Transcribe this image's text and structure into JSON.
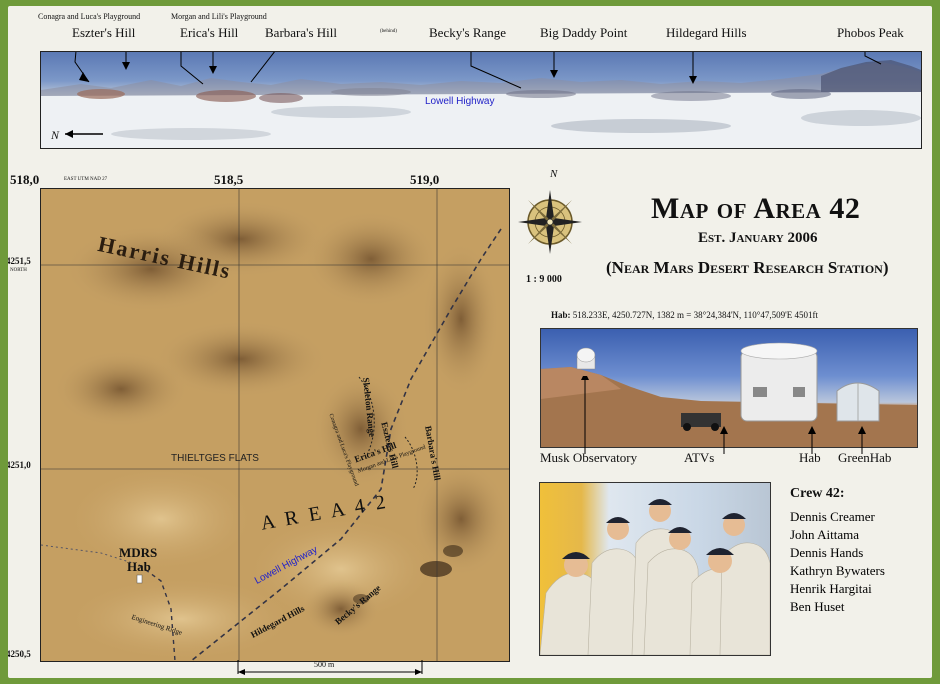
{
  "panorama": {
    "labels": {
      "conagra": "Conagra and Luca's Playground",
      "morgan": "Morgan and Lili's Playground",
      "eszter": "Eszter's Hill",
      "erica": "Erica's Hill",
      "barbara": "Barbara's Hill",
      "barbara_note": "(behind)",
      "becky": "Becky's Range",
      "bigdaddy": "Big Daddy Point",
      "hildegard": "Hildegard Hills",
      "phobos": "Phobos Peak",
      "lowell": "Lowell Highway",
      "north": "N"
    }
  },
  "map": {
    "grid": {
      "x_18_0": "518,0",
      "utm_note": "EAST UTM NAD 27",
      "x_18_5": "518,5",
      "x_19_0": "519,0",
      "y_51_5": "4251,5",
      "y_north": "NORTH",
      "y_51_0": "4251,0",
      "y_50_5": "4250,5"
    },
    "labels": {
      "harris": "Harris Hills",
      "thieltges": "THIELTGES FLATS",
      "area42": "A R E A   4 2",
      "lowell": "Lowell Highway",
      "mdrs": "MDRS",
      "hab": "Hab",
      "engineering": "Engineering Ridge",
      "hildegard": "Hildegard Hills",
      "becky": "Becky's Range",
      "skeleton": "Skeleton Range",
      "conagra": "Conagra and Luca's Playground",
      "eszter": "Eszter's Hill",
      "erica": "Erica's Hill",
      "morgan": "Morgan and Lili's Playground",
      "barbara": "Barbara's Hill"
    },
    "scale_bar": "500 m"
  },
  "compass": {
    "north": "N",
    "scale": "1 : 9 000"
  },
  "title": {
    "main": "Map of Area 42",
    "est": "Est. January 2006",
    "near": "(Near Mars Desert Research Station)"
  },
  "hab_coords": {
    "label": "Hab:",
    "value": "518.233E, 4250.727N, 1382 m = 38°24,384'N, 110°47,509'E 4501ft"
  },
  "hab_photo": {
    "labels": [
      "Musk Observatory",
      "ATVs",
      "Hab",
      "GreenHab"
    ]
  },
  "crew": {
    "title": "Crew 42:",
    "members": [
      "Dennis Creamer",
      "John Aittama",
      "Dennis Hands",
      "Kathryn Bywaters",
      "Henrik Hargitai",
      "Ben Huset"
    ]
  },
  "colors": {
    "border": "#6f9a3a",
    "paper": "#f2f1ea",
    "map_terrain": "#c9a56a",
    "road": "#334",
    "label_blue": "#2323c8"
  }
}
